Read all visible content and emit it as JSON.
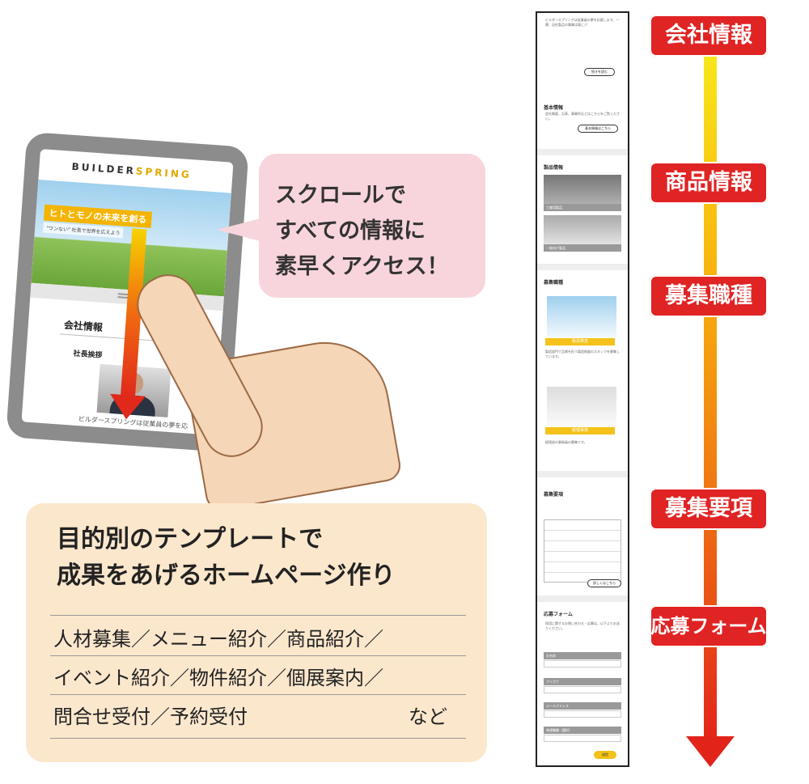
{
  "phone": {
    "logo_builder": "BUILDER",
    "logo_spring": "SPRING",
    "hero_tagline": "ヒトとモノの未来を創る",
    "hero_subline": "\"ワンない\" 社長で世界を広えよう",
    "section_company": "会社情報",
    "section_greeting": "社長挨拶",
    "ceo_caption": "ビルダースプリングは従業員の夢を応"
  },
  "bubble": {
    "line1": "スクロールで",
    "line2": "すべての情報に",
    "line3": "素早くアクセス！"
  },
  "template_box": {
    "title_line1": "目的別のテンプレートで",
    "title_line2": "成果をあげるホームページ作り",
    "list_line1": "人材募集／メニュー紹介／商品紹介／",
    "list_line2": "イベント紹介／物件紹介／個展案内／",
    "list_line3": "問合せ受付／予約受付",
    "etc": "など"
  },
  "mockup": {
    "intro_text": "ビルダースプリングは従業員の夢を応援します。一貫、自社製品の事業は既にパ",
    "read_more": "続きを読む",
    "basic_info_heading": "基本情報",
    "basic_info_text": "会社概要、沿革、事業所などはこちらをご覧ください。",
    "basic_info_button": "基本情報はこちら",
    "products_heading": "製品情報",
    "product1": "工業用製品",
    "product2": "一般向け製品",
    "jobs_heading": "募集職種",
    "job1": "製造検査",
    "job1_text": "製造部門で品質を担う製造検査のスタッフを募集しています。",
    "job2": "経理事務",
    "job2_text": "経理部の事務員の募集です。",
    "requirements_heading": "募集要項",
    "requirements_button": "詳しくはこちら",
    "form_heading": "応募フォーム",
    "form_text": "採用に関するお問い合わせ・応募は、以下よりお送りください。",
    "field_name": "お名前",
    "field_kana": "フリガナ",
    "field_email": "メールアドレス",
    "field_job": "希望職種（選択）",
    "submit": "送信"
  },
  "timeline": {
    "tags": [
      "会社情報",
      "商品情報",
      "募集職種",
      "募集要項",
      "応募フォーム"
    ]
  },
  "colors": {
    "tag_red": "#e02323",
    "bubble_pink": "#f8d5dc",
    "box_beige": "#fbe7cc",
    "accent_yellow": "#f4c21a"
  }
}
